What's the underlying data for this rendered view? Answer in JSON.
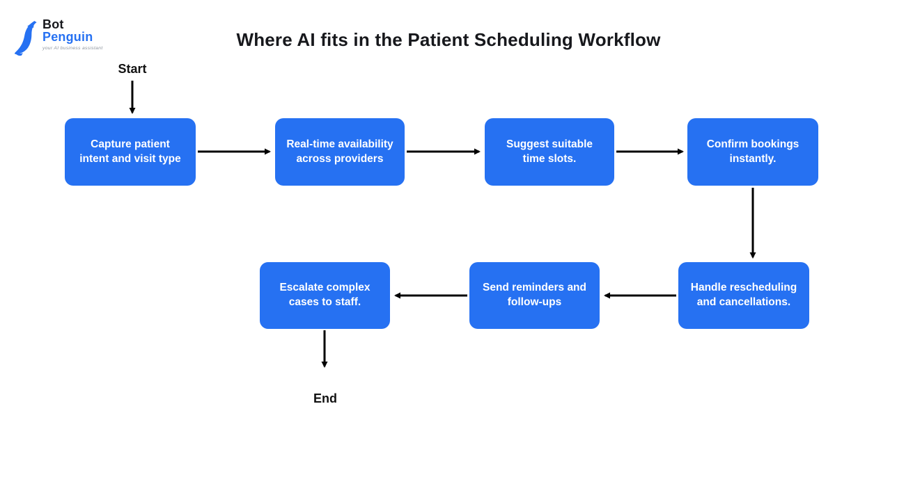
{
  "header": {
    "title": "Where AI fits in the Patient Scheduling Workflow"
  },
  "logo": {
    "name_top": "Bot",
    "name_bottom": "Penguin",
    "tagline": "your AI business assistant"
  },
  "colors": {
    "node_fill": "#2671F2",
    "node_text": "#FFFFFF",
    "arrow": "#000000",
    "logo_black": "#17181C",
    "logo_blue": "#2671F2",
    "tagline_gray": "#8E959E",
    "title_text": "#17181C",
    "background": "#FFFFFF"
  },
  "flowchart": {
    "start_label": "Start",
    "end_label": "End",
    "nodes": [
      {
        "label": "Capture patient\nintent and visit type"
      },
      {
        "label": "Real-time availability\nacross providers"
      },
      {
        "label": "Suggest suitable\ntime slots."
      },
      {
        "label": "Confirm bookings\ninstantly."
      },
      {
        "label": "Handle rescheduling\nand cancellations."
      },
      {
        "label": "Send reminders and\nfollow-ups"
      },
      {
        "label": "Escalate complex\ncases to staff."
      }
    ]
  }
}
